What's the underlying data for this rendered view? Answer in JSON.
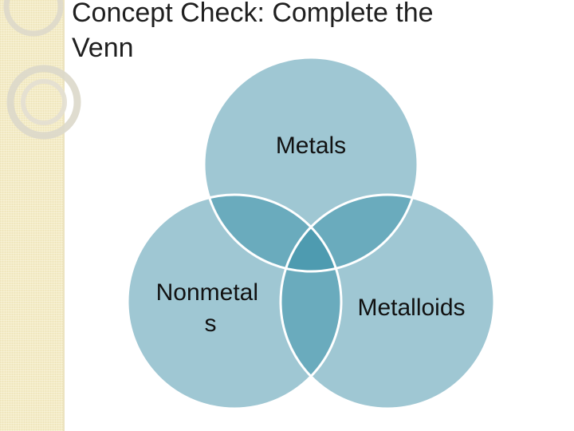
{
  "slide": {
    "title_line1": "Concept Check: Complete the",
    "title_line2": "Venn"
  },
  "venn": {
    "sets": [
      {
        "key": "metals",
        "label_lines": [
          "Metals"
        ]
      },
      {
        "key": "nonmetals",
        "label_lines": [
          "Nonmetal",
          "s"
        ]
      },
      {
        "key": "metalloids",
        "label_lines": [
          "Metalloids"
        ]
      }
    ]
  },
  "colors": {
    "circle_fill": "#9fc7d3",
    "pair_overlap": "#6aabbd",
    "center_overlap": "#4e9bb0",
    "circle_outline": "#ffffff",
    "sidebar": "#f4ecc6",
    "deco_ring": "#d8d4c6"
  },
  "icons": {
    "decoration": "concentric-rings-icon"
  }
}
